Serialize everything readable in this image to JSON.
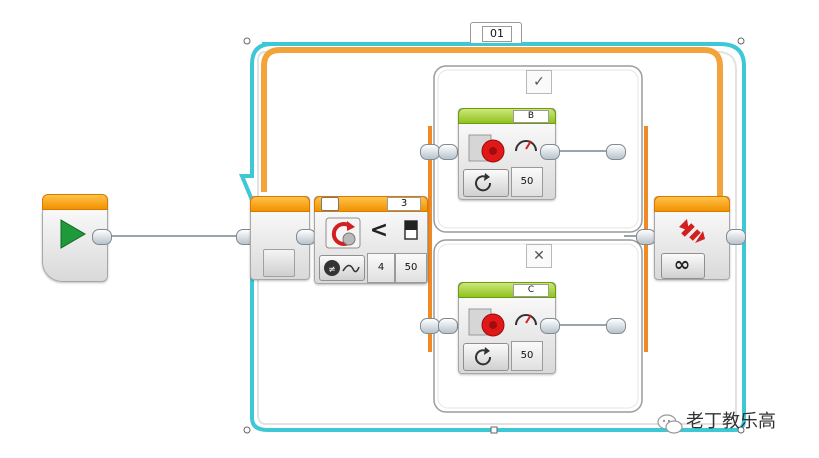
{
  "loop": {
    "name": "01",
    "end_mode": "∞"
  },
  "switch": {
    "port": "3",
    "compare": "<",
    "value_a": "4",
    "value_b": "50",
    "true_tab": "✓",
    "false_tab": "✕"
  },
  "motor_top": {
    "port": "B",
    "power": "50"
  },
  "motor_bottom": {
    "port": "C",
    "power": "50"
  },
  "watermark": "老丁教乐高",
  "colors": {
    "loop_border": "#3ec8d6",
    "loop_wire": "#f2a43a",
    "switch_rail": "#f08a24",
    "start_green": "#1f9a3a"
  }
}
